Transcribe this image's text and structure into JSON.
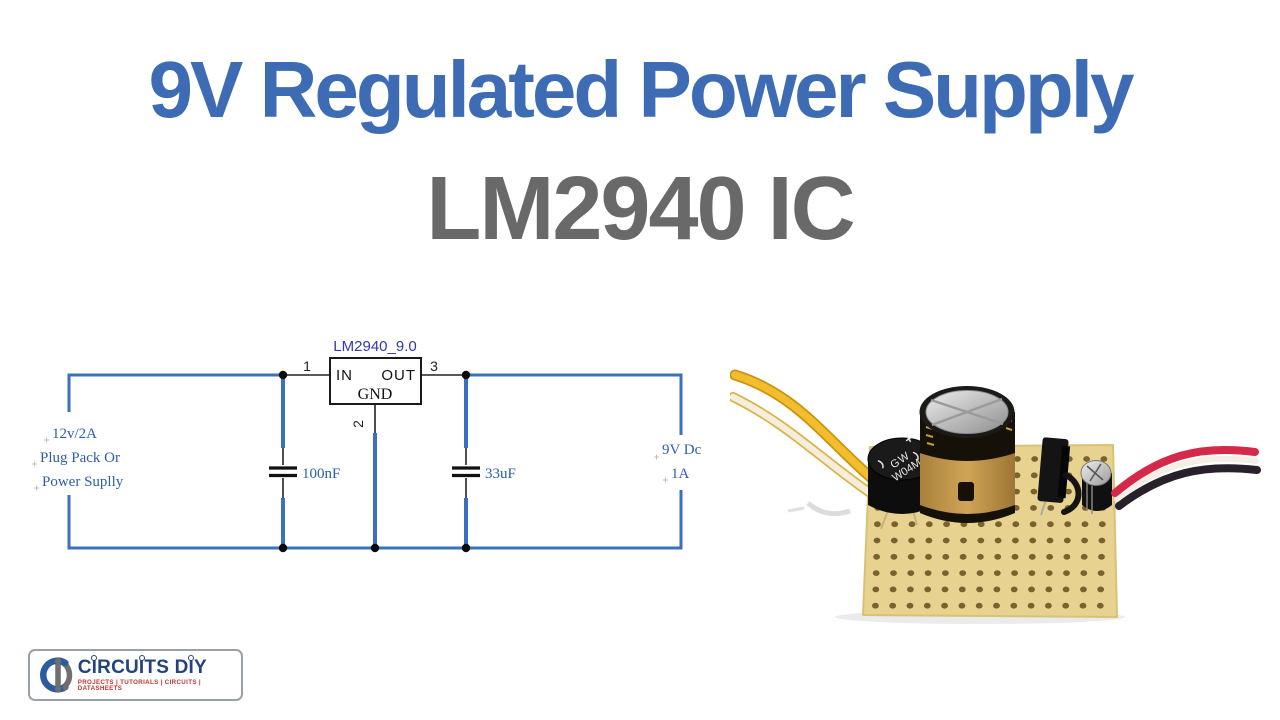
{
  "title": {
    "line1": "9V Regulated Power Supply",
    "line2": "LM2940 IC"
  },
  "colors": {
    "title_blue": "#3d6cb5",
    "title_gray": "#696969",
    "wire_blue": "#3a70bd",
    "schematic_label_blue": "#2d5ea9",
    "ic_ref_blue": "#3537ad",
    "logo_navy": "#24437c",
    "logo_red": "#bf3430"
  },
  "schematic": {
    "ic_ref": "LM2940_9.0",
    "pin_in_label": "IN",
    "pin_out_label": "OUT",
    "pin_gnd_label": "GND",
    "pin1": "1",
    "pin2": "2",
    "pin3": "3",
    "input_cap_value": "100nF",
    "output_cap_value": "33uF",
    "input_label_lines": [
      "12v/2A",
      "Plug Pack Or",
      "Power Suplly"
    ],
    "output_label_lines": [
      "9V Dc",
      "1A"
    ]
  },
  "photo": {
    "rectifier_marks": [
      "+",
      "GW",
      "W04M"
    ]
  },
  "logo": {
    "wordmark": "CIRCUITS DIY",
    "tagline": "PROJECTS | TUTORIALS | CIRCUITS | DATASHEETS"
  }
}
